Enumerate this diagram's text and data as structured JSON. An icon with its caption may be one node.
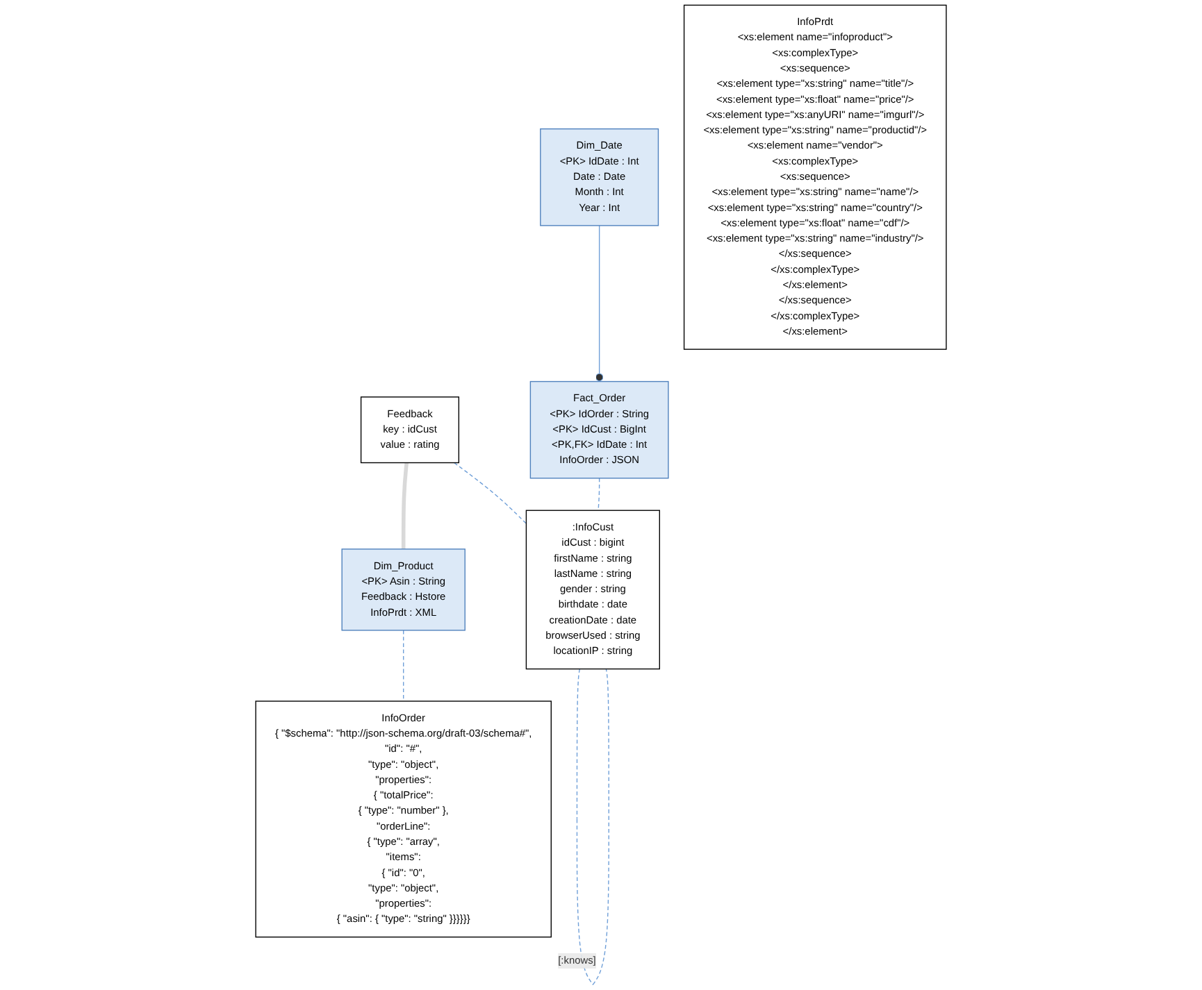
{
  "diagram": {
    "nodes": [
      {
        "text": [
          "Dim_Date",
          "<PK> IdDate : Int",
          "Date : Date",
          "Month : Int",
          "Year : Int"
        ]
      },
      {
        "text": [
          "Feedback",
          "key : idCust",
          "value : rating"
        ]
      },
      {
        "text": [
          "Dim_Product",
          "<PK> Asin : String",
          "Feedback : Hstore",
          "InfoPrdt : XML"
        ]
      },
      {
        "text": [
          "Fact_Order",
          "<PK> IdOrder : String",
          "<PK> IdCust : BigInt",
          "<PK,FK> IdDate : Int",
          "InfoOrder : JSON"
        ]
      },
      {
        "text": [
          ":InfoCust",
          "idCust : bigint",
          "firstName : string",
          "lastName : string",
          "gender : string",
          "birthdate : date",
          "creationDate : date",
          "browserUsed : string",
          "locationIP : string"
        ]
      },
      {
        "text": [
          "InfoPrdt",
          "<xs:element name=\"infoproduct\">",
          "<xs:complexType>",
          "<xs:sequence>",
          "<xs:element type=\"xs:string\" name=\"title\"/>",
          "<xs:element type=\"xs:float\" name=\"price\"/>",
          "<xs:element type=\"xs:anyURI\" name=\"imgurl\"/>",
          "<xs:element type=\"xs:string\" name=\"productid\"/>",
          "<xs:element name=\"vendor\">",
          "<xs:complexType>",
          "<xs:sequence>",
          "<xs:element type=\"xs:string\" name=\"name\"/>",
          "<xs:element type=\"xs:string\" name=\"country\"/>",
          "<xs:element type=\"xs:float\" name=\"cdf\"/>",
          "<xs:element type=\"xs:string\" name=\"industry\"/>",
          "</xs:sequence>",
          "</xs:complexType>",
          "</xs:element>",
          "</xs:sequence>",
          "</xs:complexType>",
          "</xs:element>"
        ]
      },
      {
        "text": [
          "InfoOrder",
          "{ \"$schema\": \"http://json-schema.org/draft-03/schema#\",",
          "\"id\": \"#\",",
          "\"type\": \"object\",",
          "\"properties\":",
          "{ \"totalPrice\":",
          "{ \"type\": \"number\" },",
          "\"orderLine\":",
          "{ \"type\": \"array\",",
          "\"items\":",
          "{ \"id\": \"0\",",
          "\"type\": \"object\",",
          "\"properties\":",
          "{ \"asin\": { \"type\": \"string\" }}}}}}"
        ]
      }
    ],
    "edges": [
      {
        "from": 0,
        "to": 3,
        "arrow": "other"
      },
      {
        "from": 1,
        "to": 4,
        "arrow": "none",
        "style": "dashed"
      },
      {
        "from": 3,
        "to": 4,
        "arrow": "none",
        "style": "dashed"
      },
      {
        "from": 2,
        "to": 6,
        "arrow": "none",
        "style": "dashed"
      },
      {
        "from": 1,
        "to": 2,
        "arrow": "none",
        "style": "thick",
        "color": "#d9d9d9"
      },
      {
        "from": 4,
        "to": 4,
        "arrow": "none",
        "style": "dashed",
        "label": "[:knows]"
      }
    ]
  }
}
